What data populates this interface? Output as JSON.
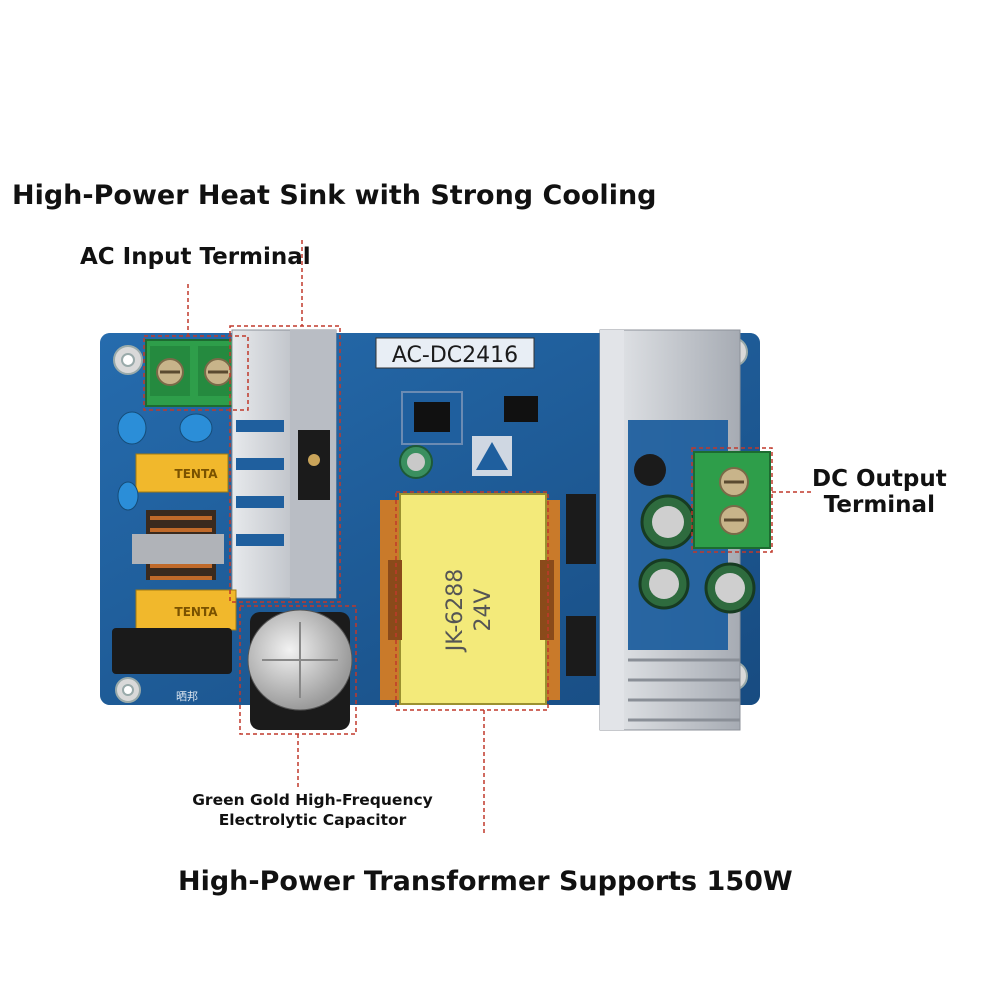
{
  "labels": {
    "heatsink": "High-Power Heat Sink with Strong Cooling",
    "ac_input": "AC Input Terminal",
    "dc_output_line1": "DC Output",
    "dc_output_line2": "Terminal",
    "capacitor_line1": "Green Gold High-Frequency",
    "capacitor_line2": "Electrolytic Capacitor",
    "transformer": "High-Power Transformer Supports 150W"
  },
  "board": {
    "model": "AC-DC2416",
    "transformer_line1": "JK-6288",
    "transformer_line2": "24V",
    "cap_brand": "TENTA",
    "bottom_mark": "晒邦"
  },
  "colors": {
    "pcb": "#1f5f9e",
    "terminal": "#2e9e4a",
    "heatsink": "#c8ccd2",
    "transformer": "#f3ea7a",
    "callout": "#c0392b"
  }
}
